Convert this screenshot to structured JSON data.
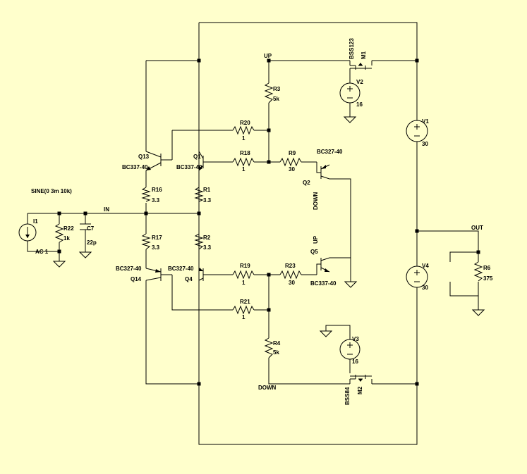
{
  "tool": "LTspice",
  "schematic": {
    "nets": {
      "up": "UP",
      "down": "DOWN",
      "in": "IN",
      "out": "OUT"
    },
    "sources": {
      "I1": {
        "ref": "I1",
        "spec": "SINE(0 3m 10k)",
        "ac": "AC 1"
      },
      "V1": {
        "ref": "V1",
        "value": "30"
      },
      "V2": {
        "ref": "V2",
        "value": "16"
      },
      "V3": {
        "ref": "V3",
        "value": "16"
      },
      "V4": {
        "ref": "V4",
        "value": "30"
      }
    },
    "resistors": {
      "R1": {
        "ref": "R1",
        "value": "3.3"
      },
      "R2": {
        "ref": "R2",
        "value": "3.3"
      },
      "R3": {
        "ref": "R3",
        "value": "5k"
      },
      "R4": {
        "ref": "R4",
        "value": "5k"
      },
      "R6": {
        "ref": "R6",
        "value": "375"
      },
      "R9": {
        "ref": "R9",
        "value": "30"
      },
      "R16": {
        "ref": "R16",
        "value": "3.3"
      },
      "R17": {
        "ref": "R17",
        "value": "3.3"
      },
      "R18": {
        "ref": "R18",
        "value": "1"
      },
      "R19": {
        "ref": "R19",
        "value": "1"
      },
      "R20": {
        "ref": "R20",
        "value": "1"
      },
      "R21": {
        "ref": "R21",
        "value": "1"
      },
      "R22": {
        "ref": "R22",
        "value": "1k"
      },
      "R23": {
        "ref": "R23",
        "value": "30"
      }
    },
    "capacitors": {
      "C7": {
        "ref": "C7",
        "value": "22p"
      }
    },
    "transistors": {
      "Q1": {
        "ref": "Q1",
        "model": "BC337-40"
      },
      "Q2": {
        "ref": "Q2",
        "model": "BC327-40"
      },
      "Q4": {
        "ref": "Q4",
        "model": "BC327-40"
      },
      "Q5": {
        "ref": "Q5",
        "model": "BC337-40"
      },
      "Q13": {
        "ref": "Q13",
        "model": "BC337-40"
      },
      "Q14": {
        "ref": "Q14",
        "model": "BC327-40"
      }
    },
    "mosfets": {
      "M1": {
        "ref": "M1",
        "model": "BSS123"
      },
      "M2": {
        "ref": "M2",
        "model": "BSS84"
      }
    }
  }
}
